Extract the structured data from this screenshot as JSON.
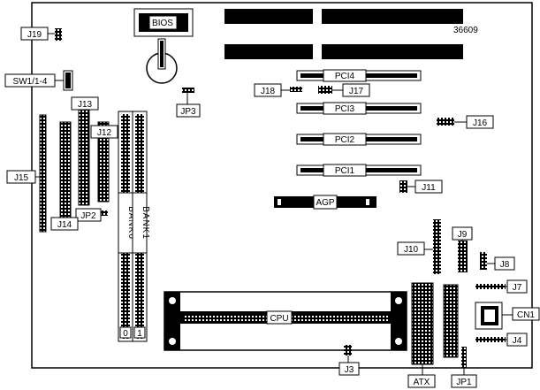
{
  "diagram": {
    "id_number": "36609",
    "chips": {
      "bios": "BIOS",
      "cpu": "CPU",
      "agp": "AGP"
    },
    "pci": [
      "PCI1",
      "PCI2",
      "PCI3",
      "PCI4"
    ],
    "memory": [
      "BANK0",
      "BANK1"
    ],
    "memory_digits": [
      "0",
      "1"
    ],
    "labels": {
      "j19": "J19",
      "sw1": "SW1/1-4",
      "jp3": "JP3",
      "j18": "J18",
      "j17": "J17",
      "j16": "J16",
      "j13": "J13",
      "j12": "J12",
      "j15": "J15",
      "jp2": "JP2",
      "j14": "J14",
      "j11": "J11",
      "j10": "J10",
      "j9": "J9",
      "j8": "J8",
      "j7": "J7",
      "cn1": "CN1",
      "j4": "J4",
      "j3": "J3",
      "atx": "ATX",
      "jp1": "JP1"
    }
  }
}
